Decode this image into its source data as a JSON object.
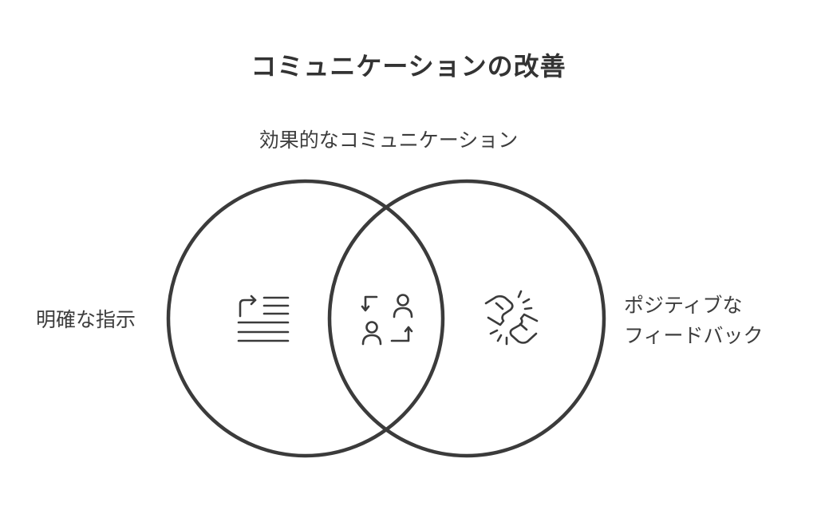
{
  "title": "コミュニケーションの改善",
  "labels": {
    "top": "効果的なコミュニケーション",
    "left": "明確な指示",
    "right_line1": "ポジティブな",
    "right_line2": "フィードバック"
  },
  "icons": {
    "left": "text-indent-arrow-icon",
    "center": "user-exchange-icon",
    "right": "fist-bump-icon"
  },
  "colors": {
    "stroke": "#3b3b3b",
    "text": "#3d3d3d",
    "background": "#ffffff"
  }
}
